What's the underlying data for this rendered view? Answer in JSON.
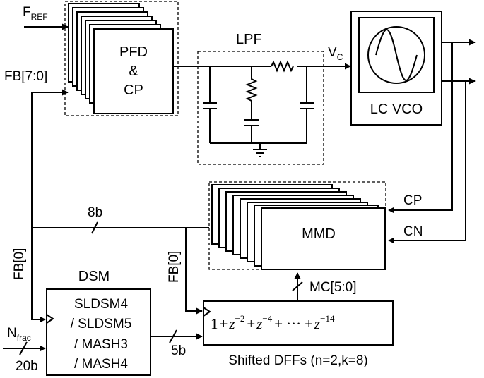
{
  "labels": {
    "fref": "F",
    "fref_sub": "REF",
    "fb_bus": "FB[7:0]",
    "pfd_line1": "PFD",
    "pfd_line2": "&",
    "pfd_line3": "CP",
    "lpf": "LPF",
    "vc": "V",
    "vc_sub": "C",
    "vco": "LC VCO",
    "cp": "CP",
    "cn": "CN",
    "mmd": "MMD",
    "bus_8b": "8b",
    "fb0_left": "FB[0]",
    "fb0_mid": "FB[0]",
    "dsm": "DSM",
    "dsm_opt1": "SLDSM4",
    "dsm_opt2": "/ SLDSM5",
    "dsm_opt3": "/ MASH3",
    "dsm_opt4": "/ MASH4",
    "nfrac": "N",
    "nfrac_sub": "frac",
    "bus_20b": "20b",
    "bus_5b": "5b",
    "mc": "MC[5:0]",
    "shifted_dffs": "Shifted DFFs (n=2,k=8)",
    "eq_1": "1",
    "eq_plus1": "+",
    "eq_z1": "z",
    "eq_z1_exp": "−2",
    "eq_plus2": "+",
    "eq_z2": "z",
    "eq_z2_exp": "−4",
    "eq_plus3": "+",
    "eq_dots": "···",
    "eq_plus4": "+",
    "eq_z3": "z",
    "eq_z3_exp": "−14"
  }
}
